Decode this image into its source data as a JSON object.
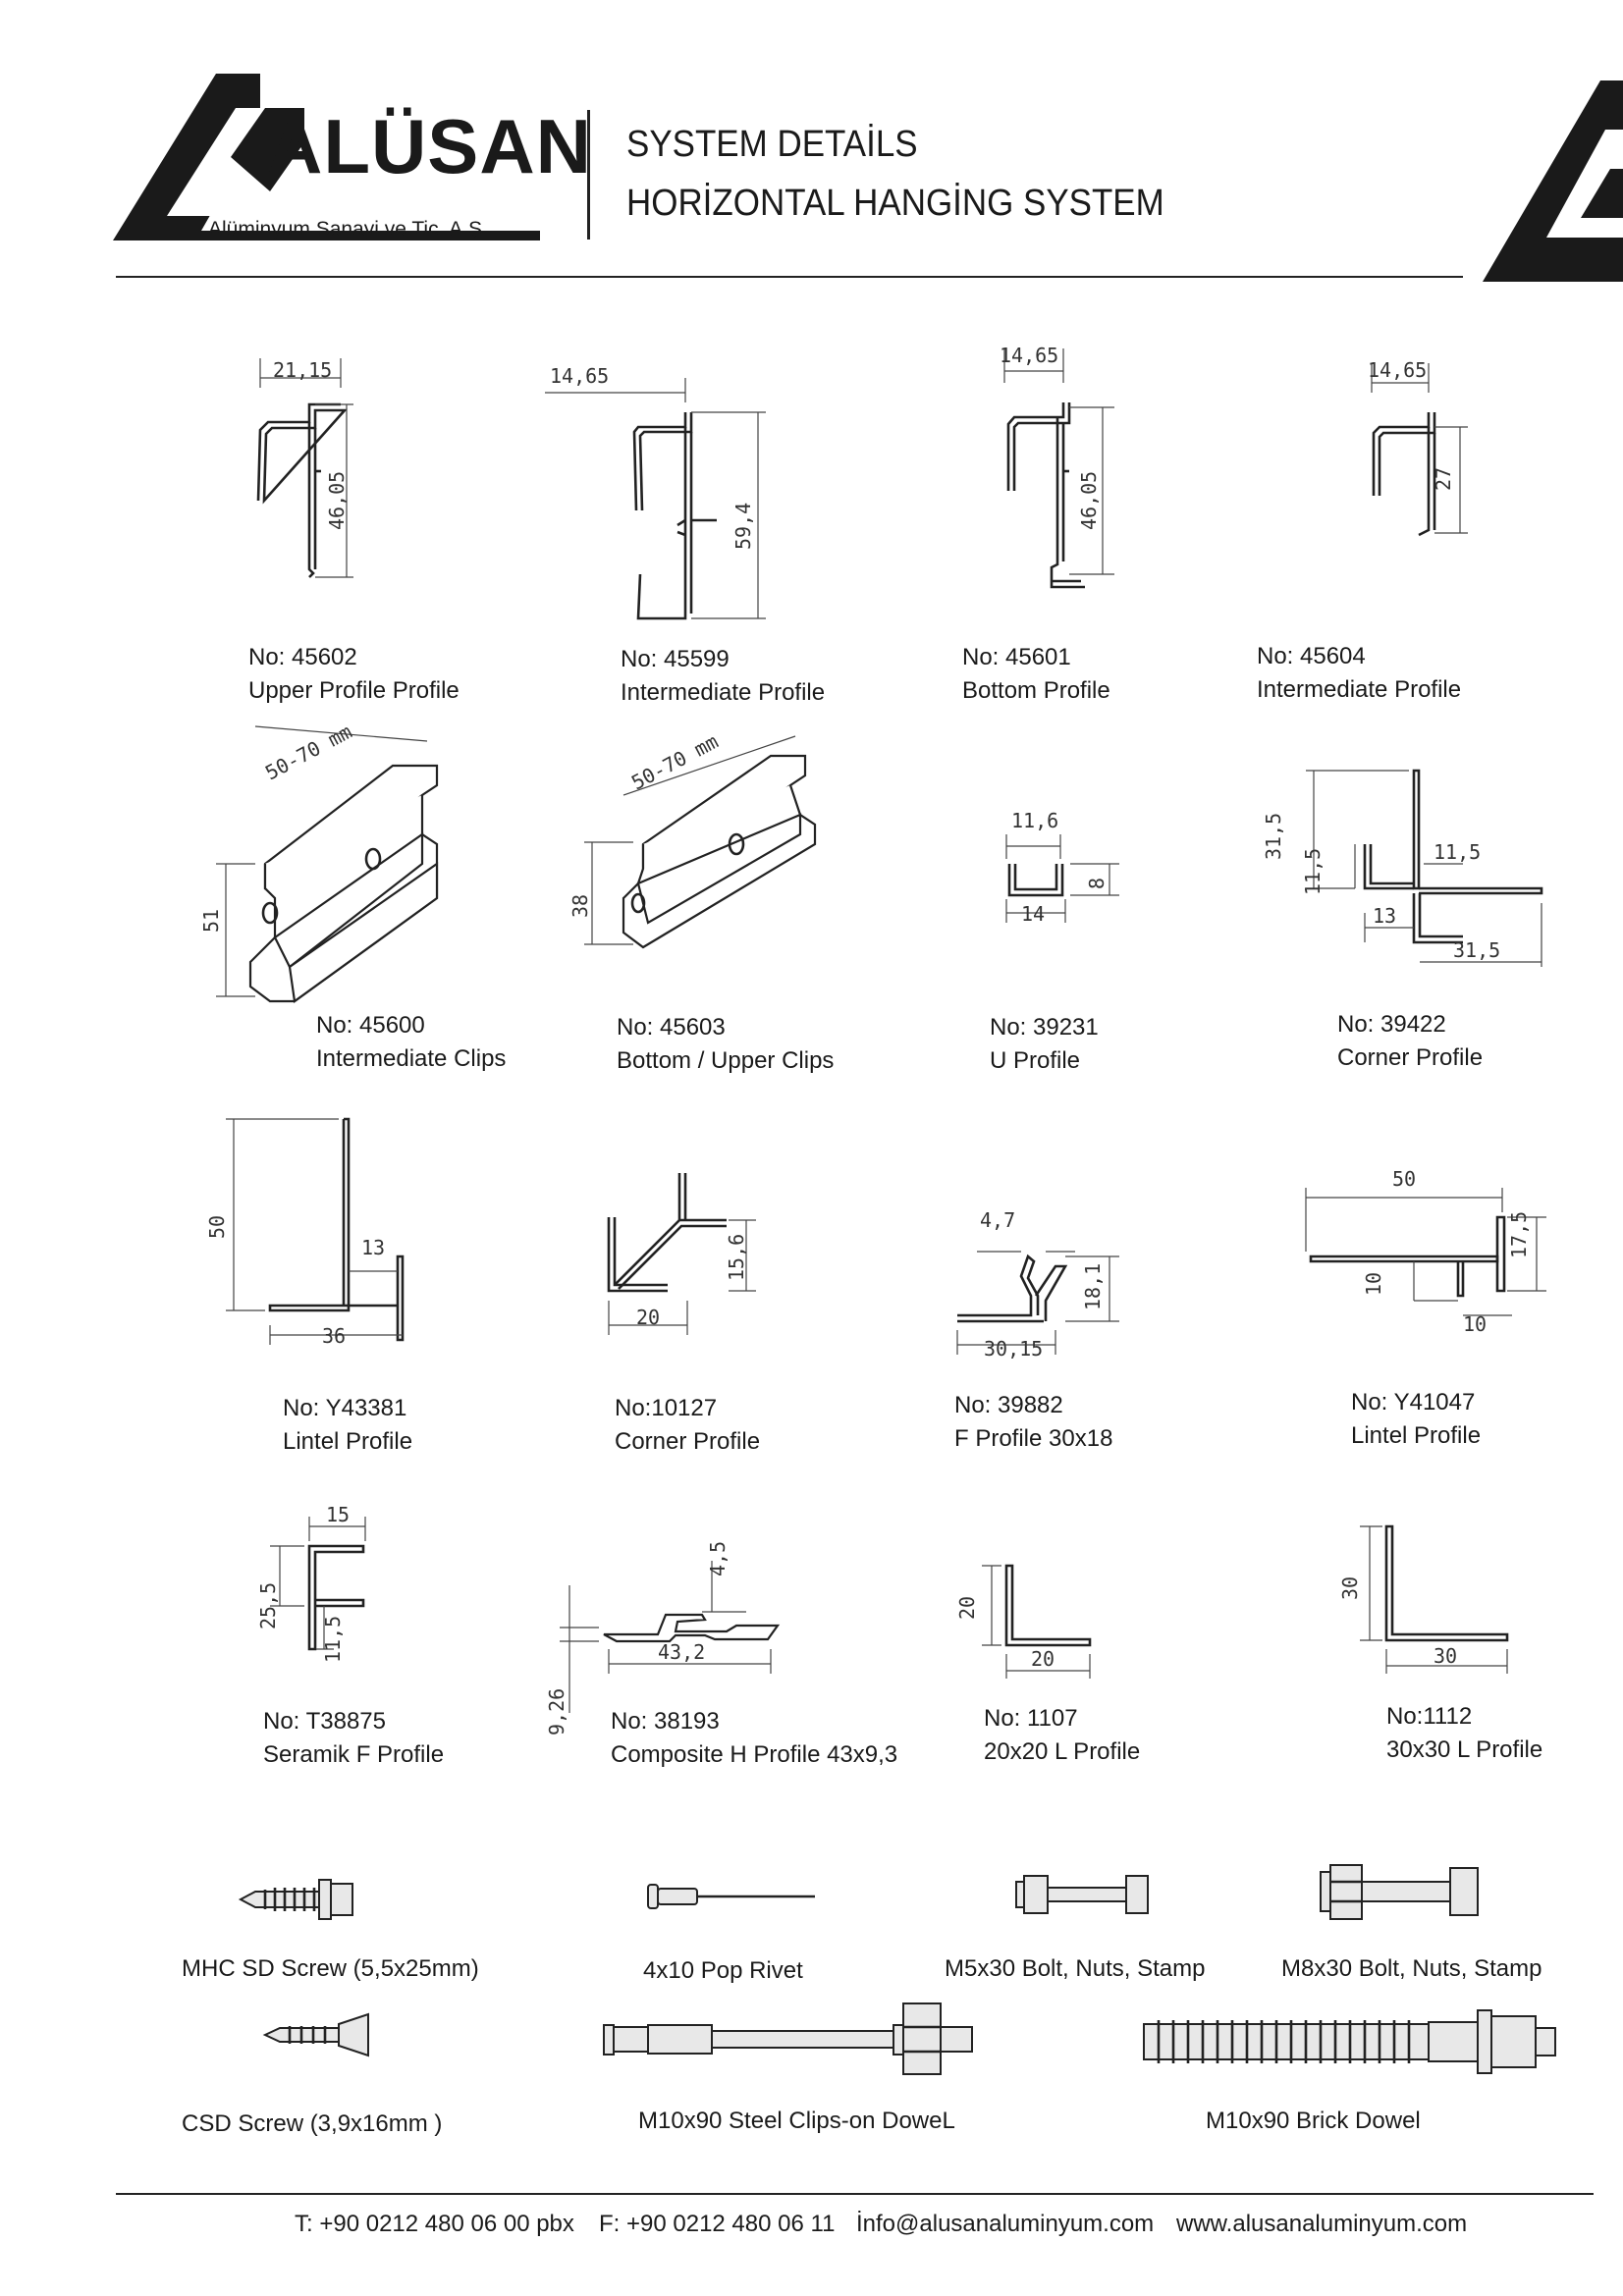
{
  "header": {
    "logo_text": "ALÜSAN",
    "logo_subtitle": "Alüminyum Sanayi ve Tic. A.Ş.",
    "title_line1": "SYSTEM DETAİLS",
    "title_line2": "HORİZONTAL HANGİNG SYSTEM"
  },
  "profiles": [
    {
      "no": "No: 45602",
      "name": "Upper Profile Profile",
      "dims": [
        "21,15",
        "46,05"
      ]
    },
    {
      "no": "No: 45599",
      "name": "Intermediate Profile",
      "dims": [
        "14,65",
        "59,4"
      ]
    },
    {
      "no": "No: 45601",
      "name": "Bottom Profile",
      "dims": [
        "14,65",
        "46,05"
      ]
    },
    {
      "no": "No: 45604",
      "name": "Intermediate Profile",
      "dims": [
        "14,65",
        "27"
      ]
    },
    {
      "no": "No: 45600",
      "name": "Intermediate Clips",
      "dims": [
        "50-70 mm",
        "51"
      ]
    },
    {
      "no": "No: 45603",
      "name": "Bottom / Upper Clips",
      "dims": [
        "50-70 mm",
        "38"
      ]
    },
    {
      "no": "No: 39231",
      "name": "U Profile",
      "dims": [
        "11,6",
        "8",
        "14"
      ]
    },
    {
      "no": "No: 39422",
      "name": "Corner Profile",
      "dims": [
        "31,5",
        "11,5",
        "11,5",
        "13",
        "31,5"
      ]
    },
    {
      "no": "No: Y43381",
      "name": "Lintel Profile",
      "dims": [
        "50",
        "13",
        "36"
      ]
    },
    {
      "no": "No:10127",
      "name": "Corner Profile",
      "dims": [
        "15,6",
        "20"
      ]
    },
    {
      "no": "No: 39882",
      "name": "F Profile 30x18",
      "dims": [
        "4,7",
        "18,1",
        "30,15"
      ]
    },
    {
      "no": "No: Y41047",
      "name": "Lintel Profile",
      "dims": [
        "50",
        "17,5",
        "10",
        "10"
      ]
    },
    {
      "no": "No: T38875",
      "name": "Seramik F Profile",
      "dims": [
        "15",
        "25,5",
        "11,5"
      ]
    },
    {
      "no": "No: 38193",
      "name": "Composite H Profile 43x9,3",
      "dims": [
        "4,5",
        "9,26",
        "43,2"
      ]
    },
    {
      "no": "No: 1107",
      "name": "20x20 L Profile",
      "dims": [
        "20",
        "20"
      ]
    },
    {
      "no": "No:1112",
      "name": "30x30 L Profile",
      "dims": [
        "30",
        "30"
      ]
    }
  ],
  "accessories": [
    "MHC SD Screw (5,5x25mm)",
    "4x10 Pop Rivet",
    "M5x30 Bolt, Nuts, Stamp",
    "M8x30 Bolt, Nuts, Stamp",
    "CSD Screw (3,9x16mm )",
    "M10x90 Steel Clips-on DoweL",
    "M10x90 Brick Dowel"
  ],
  "footer": {
    "phone": "T: +90 0212 480 06 00 pbx",
    "fax": "F: +90 0212 480 06 11",
    "email": "İnfo@alusanaluminyum.com",
    "web": "www.alusanaluminyum.com"
  }
}
